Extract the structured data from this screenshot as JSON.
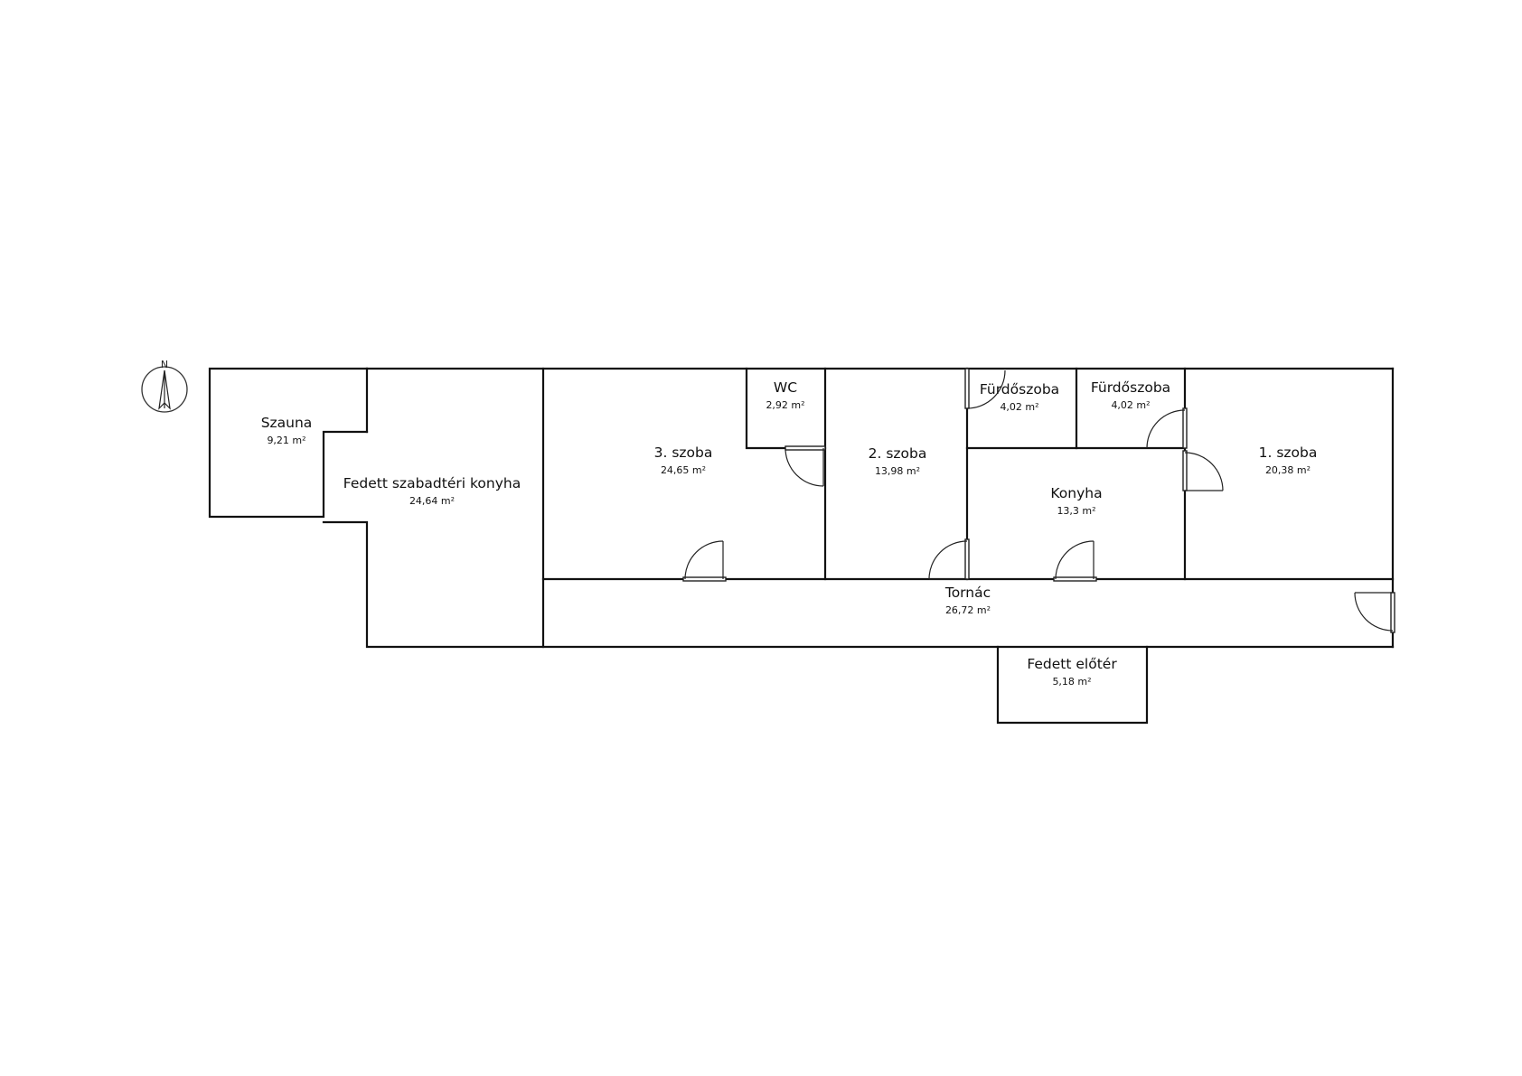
{
  "compass": {
    "north_label": "N",
    "icon": "north-arrow-icon"
  },
  "rooms": [
    {
      "id": "szauna",
      "name": "Szauna",
      "area": "9,21 m²"
    },
    {
      "id": "fedett-szabadteri-konyha",
      "name": "Fedett szabadtéri konyha",
      "area": "24,64 m²"
    },
    {
      "id": "szoba-3",
      "name": "3. szoba",
      "area": "24,65 m²"
    },
    {
      "id": "wc",
      "name": "WC",
      "area": "2,92 m²"
    },
    {
      "id": "szoba-2",
      "name": "2. szoba",
      "area": "13,98 m²"
    },
    {
      "id": "furdoszoba-1",
      "name": "Fürdőszoba",
      "area": "4,02 m²"
    },
    {
      "id": "furdoszoba-2",
      "name": "Fürdőszoba",
      "area": "4,02 m²"
    },
    {
      "id": "konyha",
      "name": "Konyha",
      "area": "13,3 m²"
    },
    {
      "id": "szoba-1",
      "name": "1. szoba",
      "area": "20,38 m²"
    },
    {
      "id": "tornac",
      "name": "Tornác",
      "area": "26,72 m²"
    },
    {
      "id": "fedett-eloter",
      "name": "Fedett előtér",
      "area": "5,18 m²"
    }
  ]
}
